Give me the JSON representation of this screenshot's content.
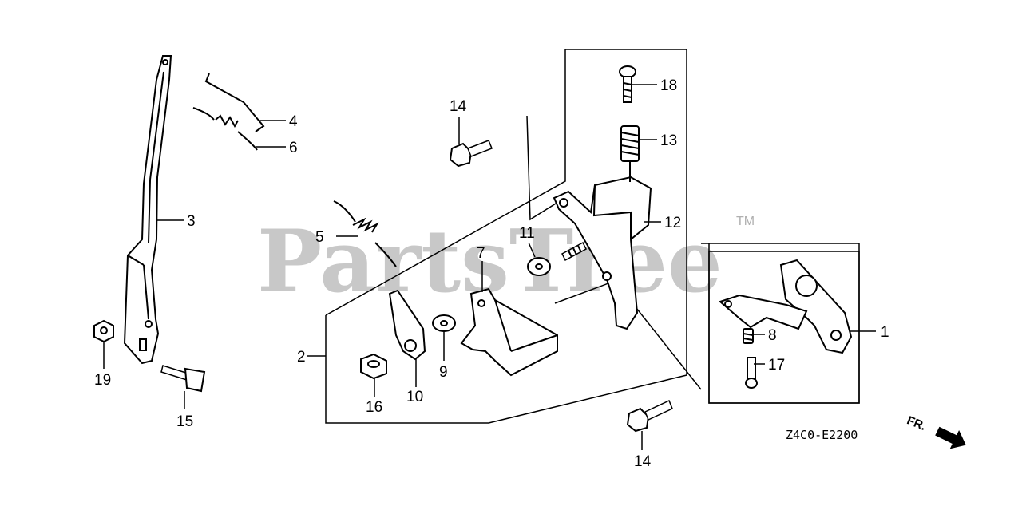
{
  "watermark": {
    "text": "PartsTree",
    "trademark": "TM"
  },
  "diagram_code": "Z4C0-E2200",
  "front_marker": {
    "label": "FR."
  },
  "callouts": [
    {
      "id": "c1",
      "label": "1"
    },
    {
      "id": "c2",
      "label": "2"
    },
    {
      "id": "c3",
      "label": "3"
    },
    {
      "id": "c4",
      "label": "4"
    },
    {
      "id": "c5",
      "label": "5"
    },
    {
      "id": "c6",
      "label": "6"
    },
    {
      "id": "c7",
      "label": "7"
    },
    {
      "id": "c8",
      "label": "8"
    },
    {
      "id": "c9",
      "label": "9"
    },
    {
      "id": "c10",
      "label": "10"
    },
    {
      "id": "c11",
      "label": "11"
    },
    {
      "id": "c12",
      "label": "12"
    },
    {
      "id": "c13",
      "label": "13"
    },
    {
      "id": "c14a",
      "label": "14"
    },
    {
      "id": "c14b",
      "label": "14"
    },
    {
      "id": "c15",
      "label": "15"
    },
    {
      "id": "c16",
      "label": "16"
    },
    {
      "id": "c17",
      "label": "17"
    },
    {
      "id": "c18",
      "label": "18"
    },
    {
      "id": "c19",
      "label": "19"
    }
  ]
}
